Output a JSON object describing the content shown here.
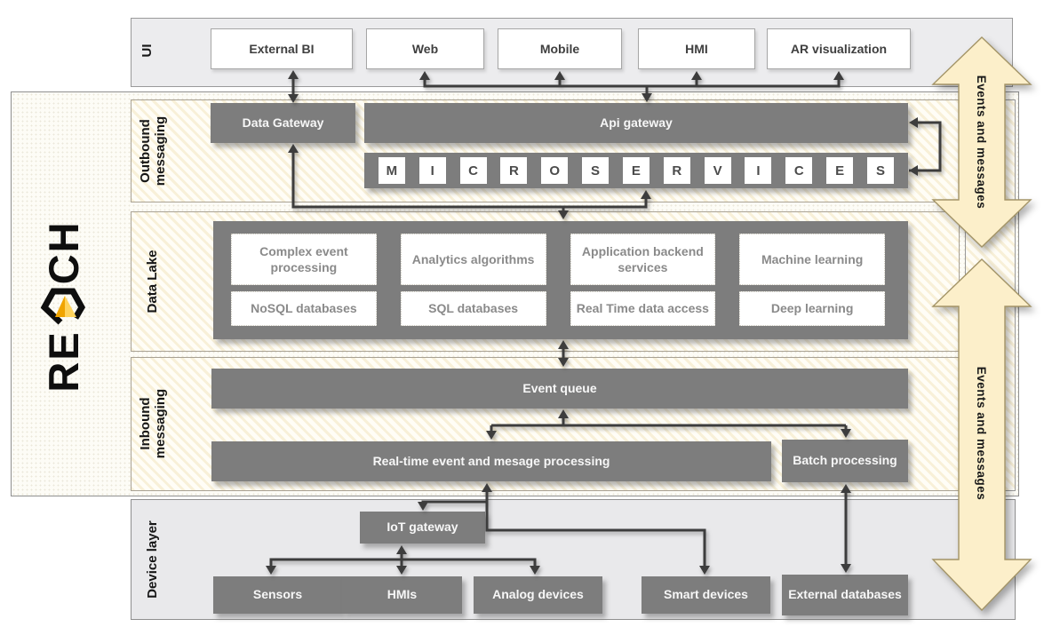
{
  "logo": {
    "prefix": "RE",
    "suffix": "CH",
    "glyph": "play-triangle-in-a"
  },
  "layers": {
    "ui": {
      "label": "UI",
      "boxes": [
        "External BI",
        "Web",
        "Mobile",
        "HMI",
        "AR visualization"
      ]
    },
    "outbound": {
      "label": "Outbound\nmessaging",
      "data_gateway": "Data Gateway",
      "api_gateway": "Api gateway",
      "microservices": [
        "M",
        "I",
        "C",
        "R",
        "O",
        "S",
        "E",
        "R",
        "V",
        "I",
        "C",
        "E",
        "S"
      ]
    },
    "data_lake": {
      "label": "Data Lake",
      "cells": [
        "Complex event processing",
        "Analytics algorithms",
        "Application backend services",
        "Machine learning",
        "NoSQL databases",
        "SQL databases",
        "Real Time data access",
        "Deep learning"
      ]
    },
    "inbound": {
      "label": "Inbound\nmessaging",
      "event_queue": "Event queue",
      "realtime": "Real-time event and mesage processing",
      "batch": "Batch processing"
    },
    "device": {
      "label": "Device layer",
      "iot_gateway": "IoT gateway",
      "devices": [
        "Sensors",
        "HMIs",
        "Analog devices",
        "Smart devices",
        "External databases"
      ]
    }
  },
  "side_arrows": {
    "top_label": "Events and messages",
    "bottom_label": "Events and messages"
  },
  "colors": {
    "box_gray": "#7d7d7d",
    "band_cream": "#f8f0d8",
    "arrow_fill": "#fcefca",
    "connector": "#3d3d3d",
    "logo_triangle_top": "#f0a400",
    "logo_triangle_bottom": "#ffd35c"
  }
}
